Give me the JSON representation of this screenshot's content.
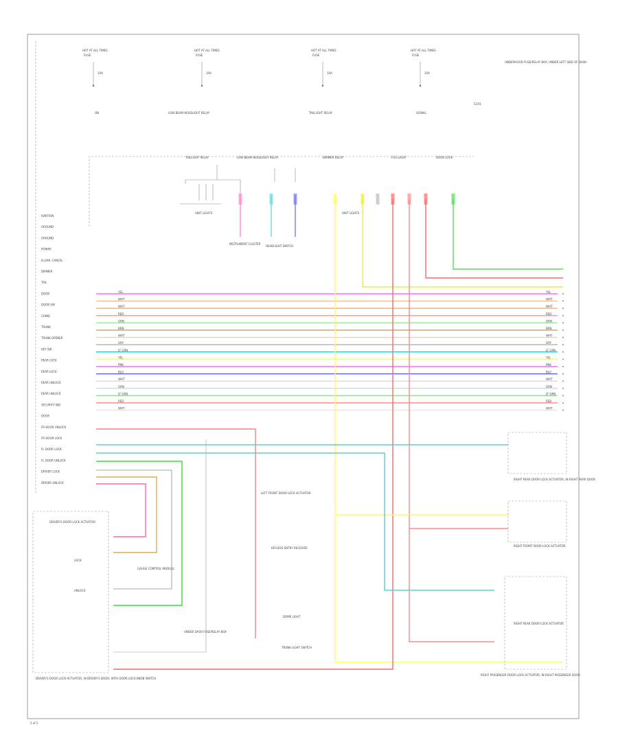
{
  "diagram": {
    "page_id": "2 of 2",
    "fuse_labels": [
      {
        "name": "HOT AT ALL TIMES",
        "sub": "FUSE",
        "note": "10A"
      },
      {
        "name": "HOT AT ALL TIMES",
        "sub": "FUSE",
        "note": "10A"
      },
      {
        "name": "HOT AT ALL TIMES",
        "sub": "FUSE",
        "note": "10A"
      },
      {
        "name": "HOT AT ALL TIMES",
        "sub": "FUSE",
        "note": "10A"
      }
    ],
    "fuse_captions": [
      "ON",
      "LOW BEAM HEADLIGHT RELAY",
      "TAILLIGHT RELAY",
      "SIGNAL"
    ],
    "top_right_note": "UNDERHOOD FUSE/RELAY BOX, UNDER LEFT SIDE OF DASH",
    "top_right_ref": "G101",
    "bus_labels": [
      "TAILLIGHT RELAY",
      "LOW BEAM HEADLIGHT RELAY",
      "DIMMER RELAY",
      "FOG LIGHT",
      "DOOR LOCK"
    ],
    "components": {
      "unit_lights": "UNIT LIGHTS",
      "instr_cluster": "INSTRUMENT CLUSTER",
      "headlight_sw": "HEADLIGHT SWITCH",
      "unit_lights_2": "UNIT LIGHTS",
      "left_front_door": "LEFT FRONT DOOR LOCK ACTUATOR",
      "keyless": "KEYLESS ENTRY RECEIVER",
      "dome": "DOME LIGHT",
      "trunk": "TRUNK LIGHT SWITCH",
      "right_front_door": "RIGHT FRONT DOOR LOCK ACTUATOR",
      "right_rear_door": "RIGHT REAR DOOR LOCK ACTUATOR",
      "right_rear_caption": "RIGHT REAR DOOR LOCK ACTUATOR, IN RIGHT REAR DOOR",
      "rear_pass": "RIGHT PASSENGER DOOR LOCK ACTUATOR, IN RIGHT PASSENGER DOOR",
      "driver_door": "DRIVER'S DOOR LOCK ACTUATOR",
      "driver_caption": "DRIVER'S DOOR LOCK ACTUATOR, IN DRIVER'S DOOR, WITH DOOR LOCK KNOB SWITCH",
      "lock": "LOCK",
      "unlock": "UNLOCK",
      "gauge_control": "GAUGE CONTROL MODULE",
      "under_dash": "UNDER DASH FUSE/RELAY BOX"
    },
    "left_pins": [
      "IGNITION",
      "GROUND",
      "GROUND",
      "POWER",
      "ILLUMI. CANCEL",
      "DIMMER",
      "TAIL",
      "DOOR",
      "DOOR SW",
      "CHIME",
      "TRUNK",
      "TRUNK OPENER",
      "KEY SW",
      "REAR LOCK",
      "REAR LOCK",
      "REAR UNLOCK",
      "REAR UNLOCK",
      "SECURITY IND",
      "DOOR",
      "FR DOOR UNLOCK",
      "FR DOOR LOCK",
      "FL DOOR LOCK",
      "FL DOOR UNLOCK",
      "DRIVER LOCK",
      "DRIVER UNLOCK"
    ],
    "wires": [
      {
        "label": "YEL",
        "color": "#ff66ff"
      },
      {
        "label": "WHT",
        "color": "#ffc090"
      },
      {
        "label": "WHT",
        "color": "#ffb060"
      },
      {
        "label": "RED",
        "color": "#ff9999"
      },
      {
        "label": "GRN",
        "color": "#a0e8a0"
      },
      {
        "label": "BRN",
        "color": "#c8a878"
      },
      {
        "label": "WHT",
        "color": "#ffd0b0"
      },
      {
        "label": "GRY",
        "color": "#b8b8b8"
      },
      {
        "label": "LT GRN",
        "color": "#33cccc"
      },
      {
        "label": "YEL",
        "color": "#ffff33"
      },
      {
        "label": "PNK",
        "color": "#ff66ff"
      },
      {
        "label": "BLU",
        "color": "#6666ff"
      },
      {
        "label": "WHT",
        "color": "#dddddd"
      },
      {
        "label": "GRN",
        "color": "#c8e8c8"
      },
      {
        "label": "LT GRN",
        "color": "#99dd99"
      },
      {
        "label": "RED",
        "color": "#ff8888"
      },
      {
        "label": "WHT",
        "color": "#e8e8e8"
      }
    ]
  }
}
